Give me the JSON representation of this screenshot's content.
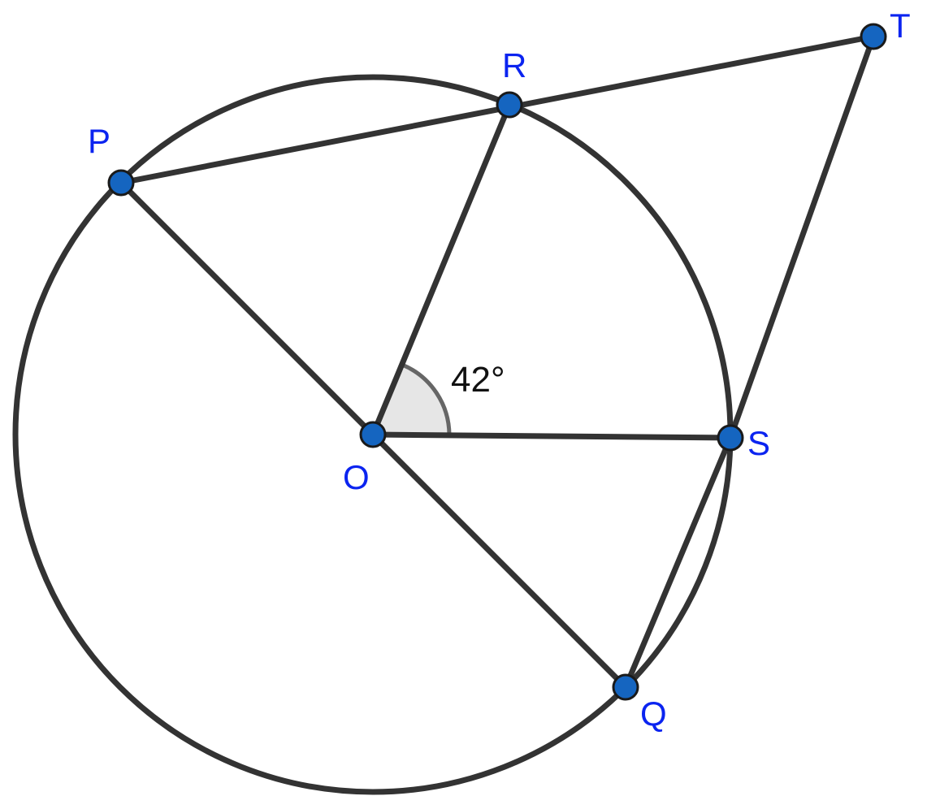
{
  "diagram": {
    "points": {
      "P": "P",
      "R": "R",
      "T": "T",
      "O": "O",
      "S": "S",
      "Q": "Q"
    },
    "angle_label": "42°",
    "colors": {
      "line": "#333333",
      "point_fill": "#1565c0",
      "point_label": "#0b24f0",
      "angle_fill": "#e6e6e6"
    }
  }
}
